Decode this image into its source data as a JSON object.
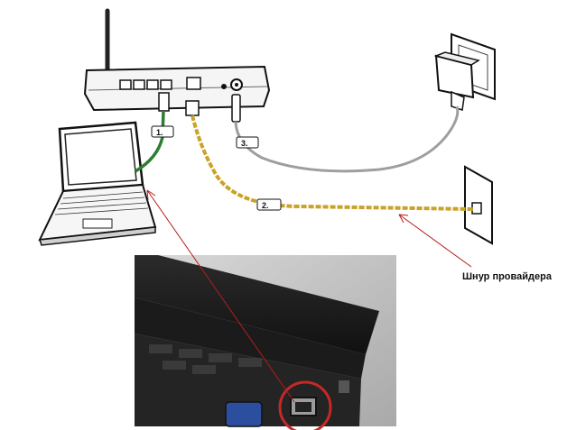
{
  "labels": {
    "cable_1": "1.",
    "cable_2": "2.",
    "cable_3": "3.",
    "provider_cable": "Шнур провайдера"
  },
  "colors": {
    "cable_1": "#2e7d32",
    "cable_2": "#c9a227",
    "cable_3": "#9e9e9e",
    "pointer": "#b71c1c",
    "photo_highlight": "#c62828"
  },
  "icons": [
    "router-icon",
    "laptop-icon",
    "power-adapter-icon",
    "wall-socket-icon",
    "wall-jack-icon",
    "laptop-port-photo"
  ]
}
